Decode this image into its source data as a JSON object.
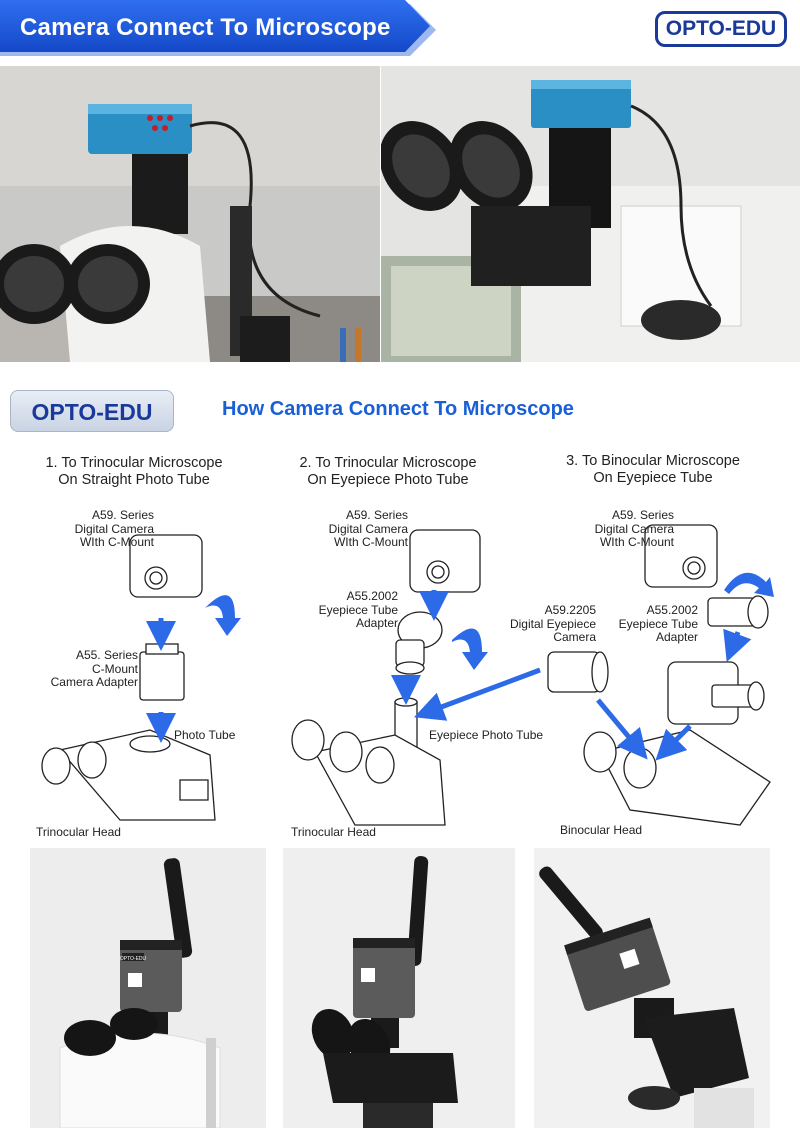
{
  "header": {
    "title": "Camera Connect To Microscope",
    "brand": "OPTO-EDU",
    "banner_color": "#1f5fe0"
  },
  "section": {
    "brand": "OPTO-EDU",
    "title": "How Camera Connect To Microscope",
    "title_color": "#1a5fd6"
  },
  "steps": [
    {
      "title_line1": "1. To Trinocular Microscope",
      "title_line2": "On Straight Photo Tube",
      "camera_label": [
        "A59. Series",
        "Digital Camera",
        "WIth C-Mount"
      ],
      "adapter_label": [
        "A55. Series",
        "C-Mount",
        "Camera Adapter"
      ],
      "tube_label": "Photo Tube",
      "head_label": "Trinocular Head"
    },
    {
      "title_line1": "2. To Trinocular Microscope",
      "title_line2": "On Eyepiece Photo Tube",
      "camera_label": [
        "A59. Series",
        "Digital Camera",
        "WIth C-Mount"
      ],
      "adapter_label": [
        "A55.2002",
        "Eyepiece Tube",
        "Adapter"
      ],
      "tube_label": "Eyepiece Photo Tube",
      "head_label": "Trinocular Head"
    },
    {
      "title_line1": "3. To Binocular Microscope",
      "title_line2": "On Eyepiece Tube",
      "camera_label": [
        "A59. Series",
        "Digital Camera",
        "WIth C-Mount"
      ],
      "adapter_label": [
        "A55.2002",
        "Eyepiece Tube",
        "Adapter"
      ],
      "eyepiece_camera_label": [
        "A59.2205",
        "Digital Eyepiece",
        "Camera"
      ],
      "head_label": "Binocular  Head"
    }
  ],
  "photos": {
    "camera_lcd_text": "OPTO-EDU"
  },
  "icons": {
    "rotate": "rotate-arrow-icon",
    "down": "arrow-down-icon"
  },
  "colors": {
    "arrow_blue": "#2d6ae8",
    "camera_teal": "#2a8fc4",
    "camera_grey": "#5b5b5b"
  }
}
